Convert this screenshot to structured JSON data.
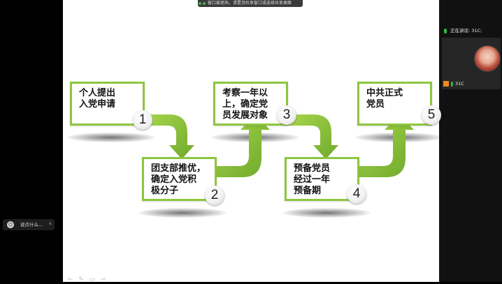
{
  "banner": {
    "text": "窗口被遮挡，请置顶共享窗口或选择共享桌面"
  },
  "slide": {
    "steps": [
      {
        "text": "个人提出\n入党申请",
        "num": "1"
      },
      {
        "text": "团支部推优，\n确定入党积\n极分子",
        "num": "2"
      },
      {
        "text": "考察一年以\n上，确定党\n员发展对象",
        "num": "3"
      },
      {
        "text": "预备党员\n经过一年\n预备期",
        "num": "4"
      },
      {
        "text": "中共正式\n党员",
        "num": "5"
      }
    ],
    "colors": {
      "accent": "#8dc63f",
      "arrow_dark": "#79b52d",
      "arrow_light": "#9fd04b"
    }
  },
  "toolbar": {
    "icons": [
      "arrow-left-icon",
      "pen-icon",
      "slides-icon",
      "arrow-right-icon"
    ]
  },
  "chat": {
    "placeholder": "说点什么..."
  },
  "speaker": {
    "label": "正在讲话: 31C;"
  },
  "video": {
    "name": "31C"
  }
}
